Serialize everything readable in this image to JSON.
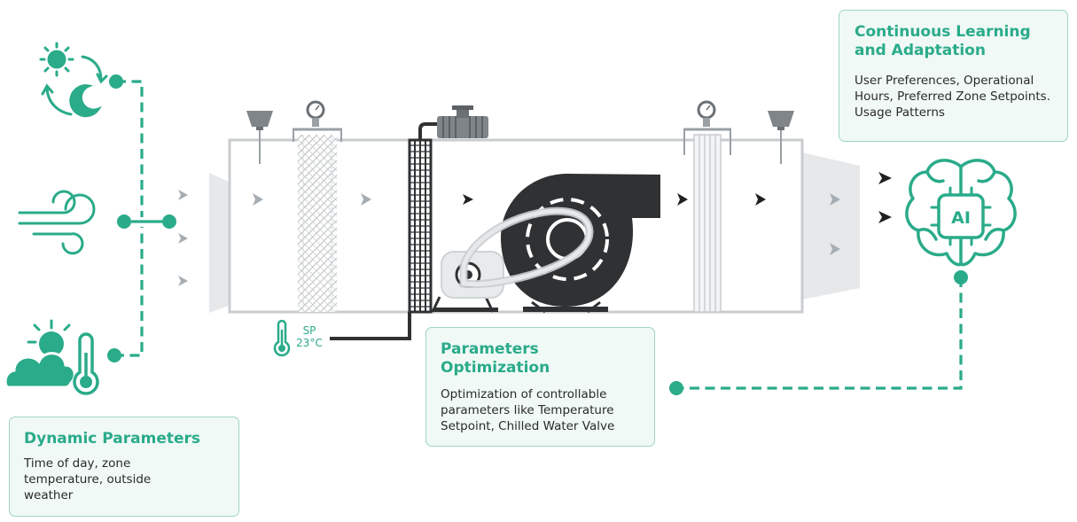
{
  "colors": {
    "accent": "#2aab8a",
    "card_background": "#f0f9f6",
    "card_border": "#9fd4c3",
    "duct_outline": "#c9cccf",
    "equipment_dark": "#2f3133",
    "arrow_grey": "#a5adb3"
  },
  "icons": {
    "time_of_day": "sun-moon-cycle-icon",
    "wind": "wind-icon",
    "weather": "sun-cloud-thermometer-icon",
    "zone_temperature": "thermometer-icon",
    "ai": "ai-brain-icon"
  },
  "dynamic_parameters": {
    "title": "Dynamic Parameters",
    "body": "Time of day, zone temperature, outside weather"
  },
  "parameters_optimization": {
    "title": "Parameters Optimization",
    "body": "Optimization of controllable parameters like Temperature Setpoint, Chilled Water Valve"
  },
  "continuous_learning": {
    "title": "Continuous Learning and Adaptation",
    "body": "User Preferences, Operational Hours, Preferred Zone Setpoints. Usage Patterns"
  },
  "setpoint": {
    "label": "SP",
    "value": "23°C"
  },
  "ai_badge": "AI"
}
